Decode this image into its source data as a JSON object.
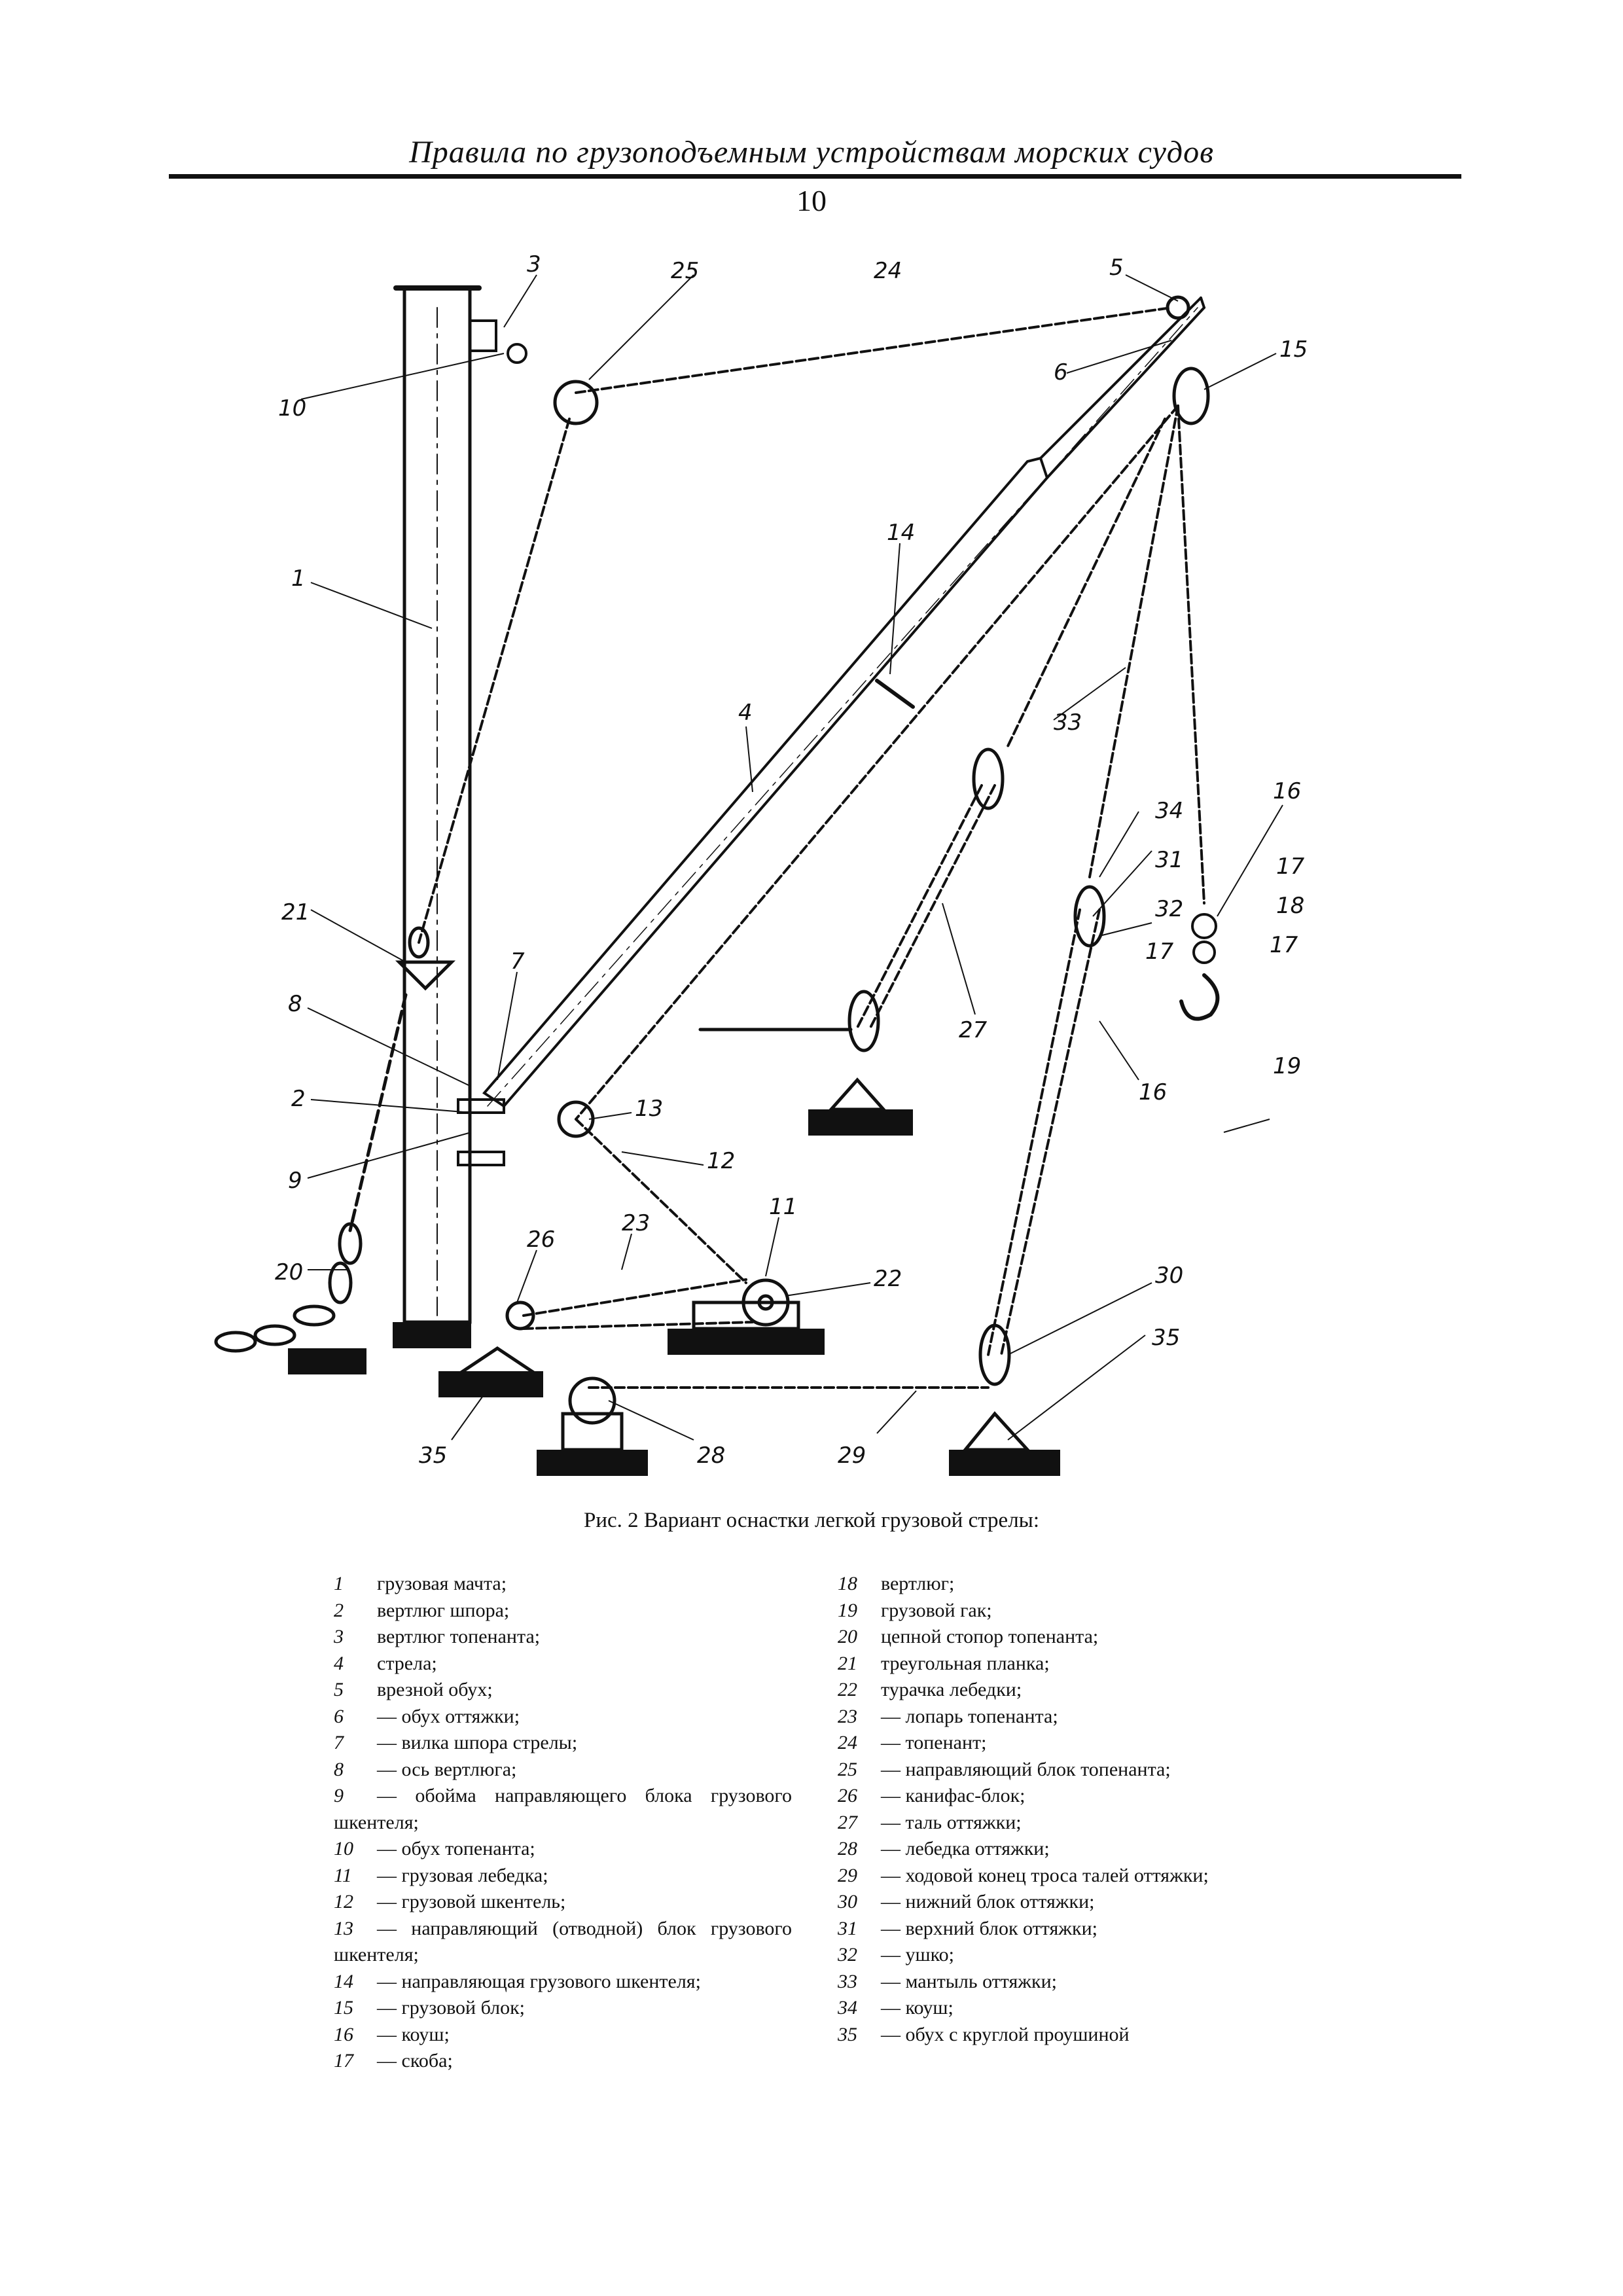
{
  "header": {
    "title": "Правила по грузоподъемным устройствам морских судов",
    "page_number": "10"
  },
  "figure": {
    "caption": "Рис. 2 Вариант оснастки легкой грузовой стрелы:",
    "callouts": [
      "1",
      "2",
      "3",
      "4",
      "5",
      "6",
      "7",
      "8",
      "9",
      "10",
      "11",
      "12",
      "13",
      "14",
      "15",
      "16",
      "17",
      "18",
      "19",
      "20",
      "21",
      "22",
      "23",
      "24",
      "25",
      "26",
      "27",
      "28",
      "29",
      "30",
      "31",
      "32",
      "33",
      "34",
      "35"
    ]
  },
  "legend": {
    "left": [
      {
        "num": "1",
        "text": "грузовая мачта;"
      },
      {
        "num": "2",
        "text": "вертлюг шпора;"
      },
      {
        "num": "3",
        "text": "вертлюг топенанта;"
      },
      {
        "num": "4",
        "text": "стрела;"
      },
      {
        "num": "5",
        "text": "врезной обух;"
      },
      {
        "num": "6",
        "text": "— обух оттяжки;"
      },
      {
        "num": "7",
        "text": "— вилка шпора стрелы;"
      },
      {
        "num": "8",
        "text": "— ось вертлюга;"
      },
      {
        "num": "9",
        "text": "— обойма направляющего блока грузового шкентеля;"
      },
      {
        "num": "10",
        "text": "— обух топенанта;"
      },
      {
        "num": "11",
        "text": "— грузовая лебедка;"
      },
      {
        "num": "12",
        "text": "— грузовой шкентель;"
      },
      {
        "num": "13",
        "text": "— направляющий (отводной) блок грузового шкентеля;"
      },
      {
        "num": "14",
        "text": "— направляющая грузового шкентеля;"
      },
      {
        "num": "15",
        "text": "— грузовой блок;"
      },
      {
        "num": "16",
        "text": "— коуш;"
      },
      {
        "num": "17",
        "text": "— скоба;"
      }
    ],
    "right": [
      {
        "num": "18",
        "text": "вертлюг;"
      },
      {
        "num": "19",
        "text": "грузовой гак;"
      },
      {
        "num": "20",
        "text": "цепной стопор топенанта;"
      },
      {
        "num": "21",
        "text": "треугольная планка;"
      },
      {
        "num": "22",
        "text": "турачка лебедки;"
      },
      {
        "num": "23",
        "text": "— лопарь топенанта;"
      },
      {
        "num": "24",
        "text": "— топенант;"
      },
      {
        "num": "25",
        "text": "— направляющий блок топенанта;"
      },
      {
        "num": "26",
        "text": "— канифас-блок;"
      },
      {
        "num": "27",
        "text": "— таль оттяжки;"
      },
      {
        "num": "28",
        "text": "— лебедка оттяжки;"
      },
      {
        "num": "29",
        "text": "— ходовой конец троса талей оттяжки;"
      },
      {
        "num": "30",
        "text": "— нижний блок оттяжки;"
      },
      {
        "num": "31",
        "text": "— верхний блок оттяжки;"
      },
      {
        "num": "32",
        "text": "— ушко;"
      },
      {
        "num": "33",
        "text": "— мантыль оттяжки;"
      },
      {
        "num": "34",
        "text": "— коуш;"
      },
      {
        "num": "35",
        "text": "— обух с круглой проушиной"
      }
    ]
  }
}
